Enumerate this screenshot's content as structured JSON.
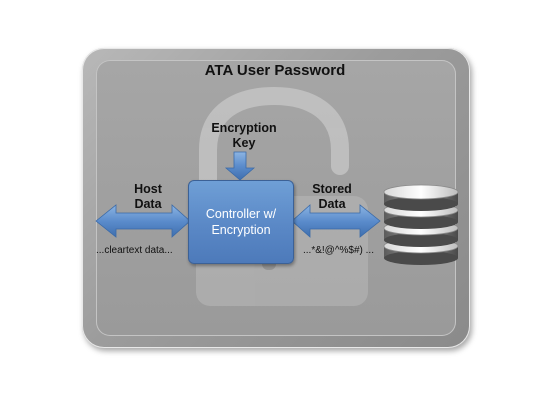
{
  "diagram": {
    "title": "ATA User Password",
    "encryption_key_line1": "Encryption",
    "encryption_key_line2": "Key",
    "host_line1": "Host",
    "host_line2": "Data",
    "stored_line1": "Stored",
    "stored_line2": "Data",
    "controller_line1": "Controller w/",
    "controller_line2": "Encryption",
    "cleartext": "...cleartext data...",
    "ciphertext": "...*&!@^%$#) ..."
  },
  "colors": {
    "controller_fill": "#5a88c6",
    "arrow_fill": "#5b8ccc",
    "lock_background": "#a0a0a0"
  },
  "icons": {
    "background": "padlock-open-icon",
    "storage": "database-disks-icon"
  }
}
